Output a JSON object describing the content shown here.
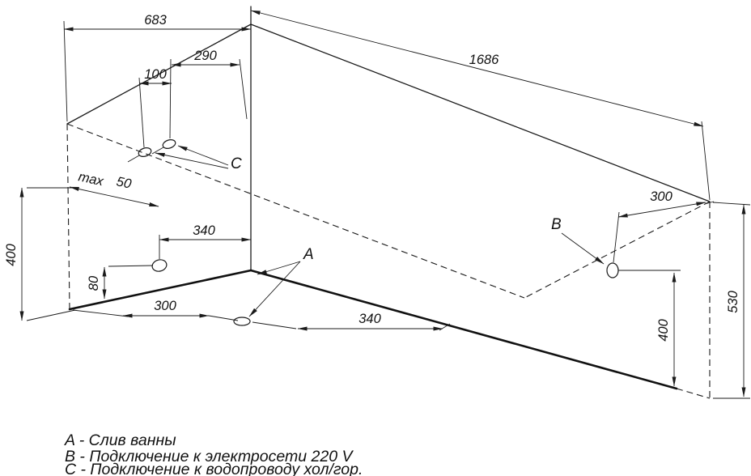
{
  "diagram": {
    "dims": {
      "top_width": "683",
      "pipes_spacing": "100",
      "pipes_offset": "290",
      "length": "1686",
      "wall_max_label": "max",
      "wall_max_value": "50",
      "drain_side_offset": "340",
      "height_left": "400",
      "drain_height": "80",
      "drain_left_offset": "300",
      "drain_front_offset": "340",
      "socket_corner_offset": "300",
      "socket_height": "400",
      "height_right": "530"
    },
    "points": {
      "drain": "A",
      "power": "B",
      "water": "C"
    },
    "legend": {
      "drain": "A - Слив ванны",
      "power": "B - Подключение к электросети 220 V",
      "water": "C - Подключение к водопроводу хол/гор."
    }
  }
}
